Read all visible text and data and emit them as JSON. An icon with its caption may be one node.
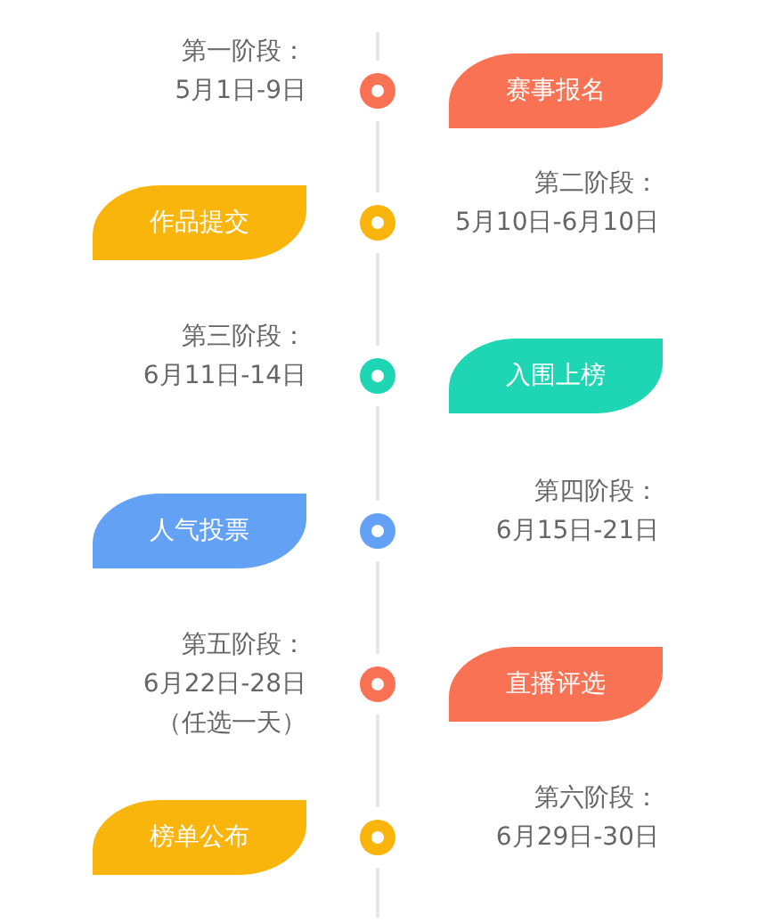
{
  "diagram": {
    "nodes": [
      {
        "text": [
          "赛事报名"
        ],
        "beside": [
          "第一阶段：",
          "5月1日-9日"
        ]
      },
      {
        "text": [
          "作品提交"
        ],
        "beside": [
          "第二阶段：",
          "5月10日-6月10日"
        ]
      },
      {
        "text": [
          "入围上榜"
        ],
        "beside": [
          "第三阶段：",
          "6月11日-14日"
        ]
      },
      {
        "text": [
          "人气投票"
        ],
        "beside": [
          "第四阶段：",
          "6月15日-21日"
        ]
      },
      {
        "text": [
          "直播评选"
        ],
        "beside": [
          "第五阶段：",
          "6月22日-28日",
          "（任选一天）"
        ]
      },
      {
        "text": [
          "榜单公布"
        ],
        "beside": [
          "第六阶段：",
          "6月29日-30日"
        ]
      }
    ]
  }
}
